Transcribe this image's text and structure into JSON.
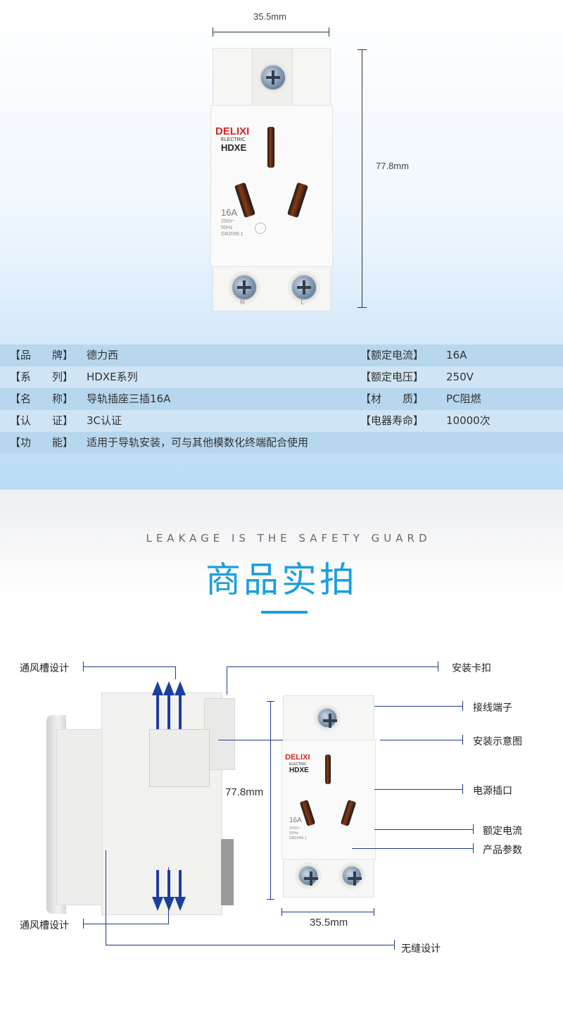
{
  "top_product": {
    "width_dim": "35.5mm",
    "height_dim": "77.8mm",
    "brand_logo": "DELIXI",
    "brand_sub": "ELECTRIC",
    "model": "HDXE",
    "rating": "16A",
    "voltage_small": "250V~",
    "freq_small": "50Hz",
    "std_small": "GB2099.1",
    "terminal_n": "N",
    "terminal_l": "L"
  },
  "specs": [
    {
      "left_label": "【品　　牌】",
      "left_value": "德力西",
      "right_label": "【额定电流】",
      "right_value": "16A"
    },
    {
      "left_label": "【系　　列】",
      "left_value": "HDXE系列",
      "right_label": "【额定电压】",
      "right_value": "250V"
    },
    {
      "left_label": "【名　　称】",
      "left_value": "导轨插座三插16A",
      "right_label": "【材　　质】",
      "right_value": "PC阻燃"
    },
    {
      "left_label": "【认　　证】",
      "left_value": "3C认证",
      "right_label": "【电器寿命】",
      "right_value": "10000次"
    },
    {
      "left_label": "【功　　能】",
      "left_value": "适用于导轨安装，可与其他模数化终端配合使用",
      "right_label": "",
      "right_value": ""
    }
  ],
  "section": {
    "tagline": "LEAKAGE IS THE SAFETY GUARD",
    "heading": "商品实拍"
  },
  "diagram": {
    "height_dim": "77.8mm",
    "width_dim": "35.5mm",
    "brand_logo": "DELIXI",
    "brand_sub": "ELECTRIC",
    "model": "HDXE",
    "rating": "16A",
    "voltage_small": "250V~",
    "freq_small": "50Hz",
    "std_small": "GB2099.1",
    "callouts": {
      "vent_top": "通风槽设计",
      "vent_bottom": "通风槽设计",
      "mount_clip": "安装卡扣",
      "terminal": "接线端子",
      "install_diagram": "安装示意图",
      "socket": "电源插口",
      "rated_current": "额定电流",
      "product_params": "产品参数",
      "seamless": "无缝设计"
    }
  },
  "colors": {
    "accent": "#1a9fe0",
    "callout_line": "#1c3a8a",
    "arrow": "#1a3fa0",
    "brand_red": "#d7261e"
  }
}
